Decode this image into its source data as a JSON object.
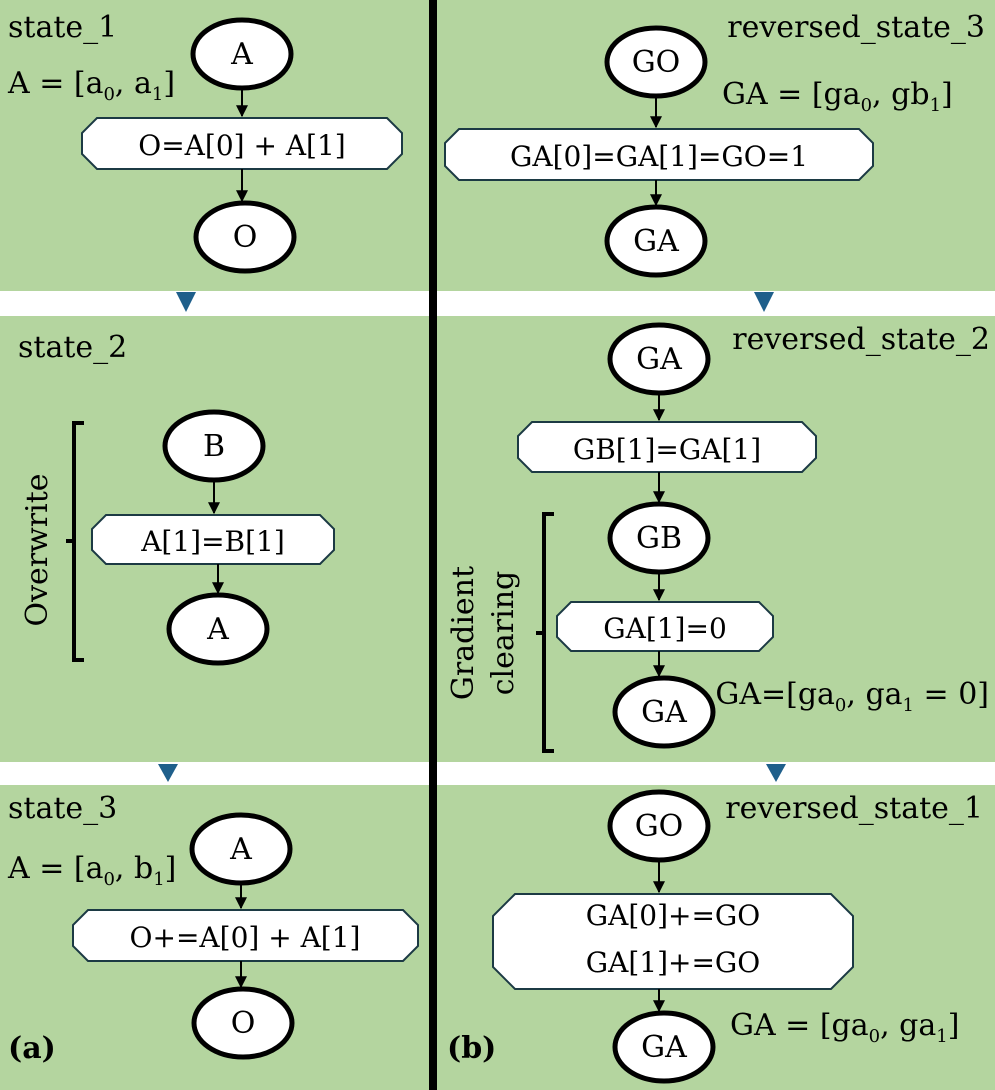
{
  "colors": {
    "panel_fill": "#b4d59f",
    "node_fill": "#ffffff",
    "box_stroke": "#1c3a44",
    "separator": "#000000",
    "transition_arrow": "#1f5f8b",
    "edge": "#000000"
  },
  "panel_a": {
    "label": "(a)",
    "state_1": {
      "title": "state_1",
      "array_prefix": "A = [a",
      "array_sub_0": "0",
      "array_sep": ", a",
      "array_sub_1": "1",
      "array_suffix": "]",
      "node_top": "A",
      "op": "O=A[0] + A[1]",
      "node_bottom": "O"
    },
    "state_2": {
      "title": "state_2",
      "bracket_label": "Overwrite",
      "node_top": "B",
      "op": "A[1]=B[1]",
      "node_bottom": "A"
    },
    "state_3": {
      "title": "state_3",
      "array_prefix": "A = [a",
      "array_sub_0": "0",
      "array_sep": ", b",
      "array_sub_1": "1",
      "array_suffix": "]",
      "node_top": "A",
      "op": "O+=A[0] + A[1]",
      "node_bottom": "O"
    }
  },
  "panel_b": {
    "label": "(b)",
    "reversed_state_3": {
      "title": "reversed_state_3",
      "array_prefix": "GA = [ga",
      "array_sub_0": "0",
      "array_sep": ", gb",
      "array_sub_1": "1",
      "array_suffix": "]",
      "node_top": "GO",
      "op": "GA[0]=GA[1]=GO=1",
      "node_bottom": "GA"
    },
    "reversed_state_2": {
      "title": "reversed_state_2",
      "node_top": "GA",
      "op_1": "GB[1]=GA[1]",
      "node_mid": "GB",
      "op_2": "GA[1]=0",
      "node_bottom": "GA",
      "bracket_label_line1": "Gradient",
      "bracket_label_line2": "clearing",
      "array_prefix": "GA=[ga",
      "array_sub_0": "0",
      "array_sep": ", ga",
      "array_sub_1": "1",
      "array_suffix": " = 0]"
    },
    "reversed_state_1": {
      "title": "reversed_state_1",
      "node_top": "GO",
      "op_line1": "GA[0]+=GO",
      "op_line2": "GA[1]+=GO",
      "node_bottom": "GA",
      "array_prefix": "GA = [ga",
      "array_sub_0": "0",
      "array_sep": ", ga",
      "array_sub_1": "1",
      "array_suffix": "]"
    }
  }
}
